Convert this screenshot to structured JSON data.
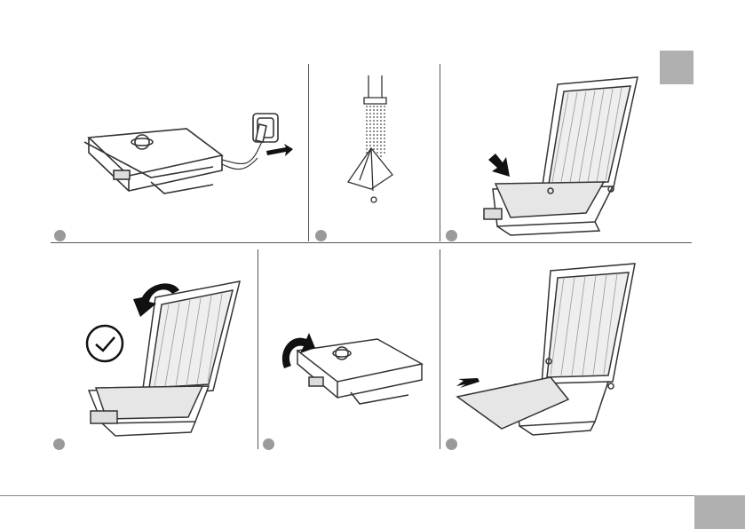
{
  "document": {
    "steps": [
      {
        "id": 1,
        "icons": [
          "unplug-icon",
          "arrow-right-icon"
        ]
      },
      {
        "id": 2,
        "icons": [
          "damp-cloth-icon",
          "water-drip-icon"
        ]
      },
      {
        "id": 3,
        "icons": [
          "push-arrow-icon",
          "cleaning-pad-icon"
        ]
      },
      {
        "id": 4,
        "icons": [
          "close-lid-arrow-icon",
          "check-circle-icon"
        ]
      },
      {
        "id": 5,
        "icons": [
          "rotate-arrow-icon"
        ]
      },
      {
        "id": 6,
        "icons": [
          "pull-out-arrow-icon",
          "cleaning-pad-icon"
        ]
      }
    ],
    "colors": {
      "accent_gray": "#9a9a9a",
      "tab_gray": "#b0b0b0",
      "line": "#555555"
    }
  }
}
